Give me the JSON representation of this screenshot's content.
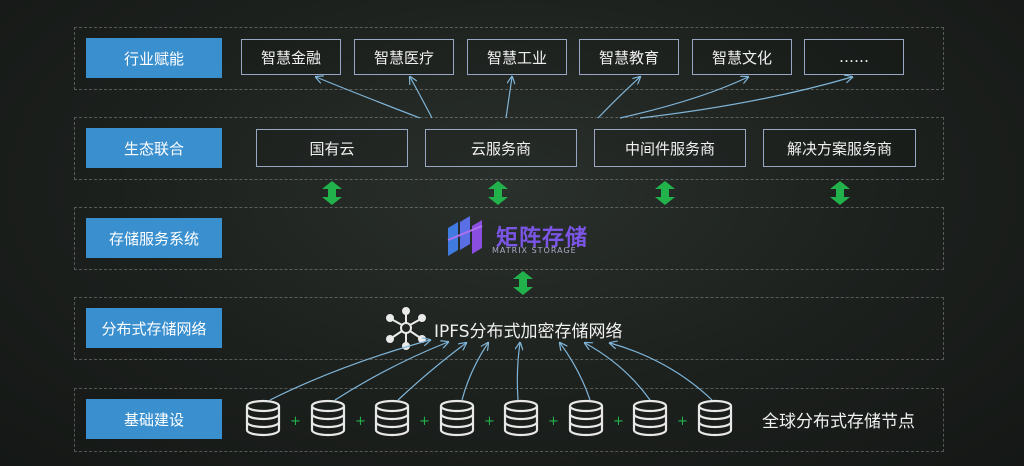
{
  "layers": [
    {
      "label": "行业赋能",
      "items": [
        "智慧金融",
        "智慧医疗",
        "智慧工业",
        "智慧教育",
        "智慧文化",
        "……"
      ]
    },
    {
      "label": "生态联合",
      "items": [
        "国有云",
        "云服务商",
        "中间件服务商",
        "解决方案服务商"
      ]
    },
    {
      "label": "存储服务系统",
      "logo": {
        "title": "矩阵存储",
        "subtitle": "MATRIX STORAGE"
      }
    },
    {
      "label": "分布式存储网络",
      "network_label": "IPFS分布式加密存储网络"
    },
    {
      "label": "基础建设",
      "nodes_label": "全球分布式存储节点"
    }
  ],
  "colors": {
    "tag_bg": "#3a8fcf",
    "arrow_green": "#22b24c",
    "link_blue": "#7fb5d8",
    "logo_purple": "#7b55e6"
  },
  "icons": [
    "network-hub-icon",
    "database-icon",
    "double-arrow-icon",
    "plus-icon"
  ]
}
